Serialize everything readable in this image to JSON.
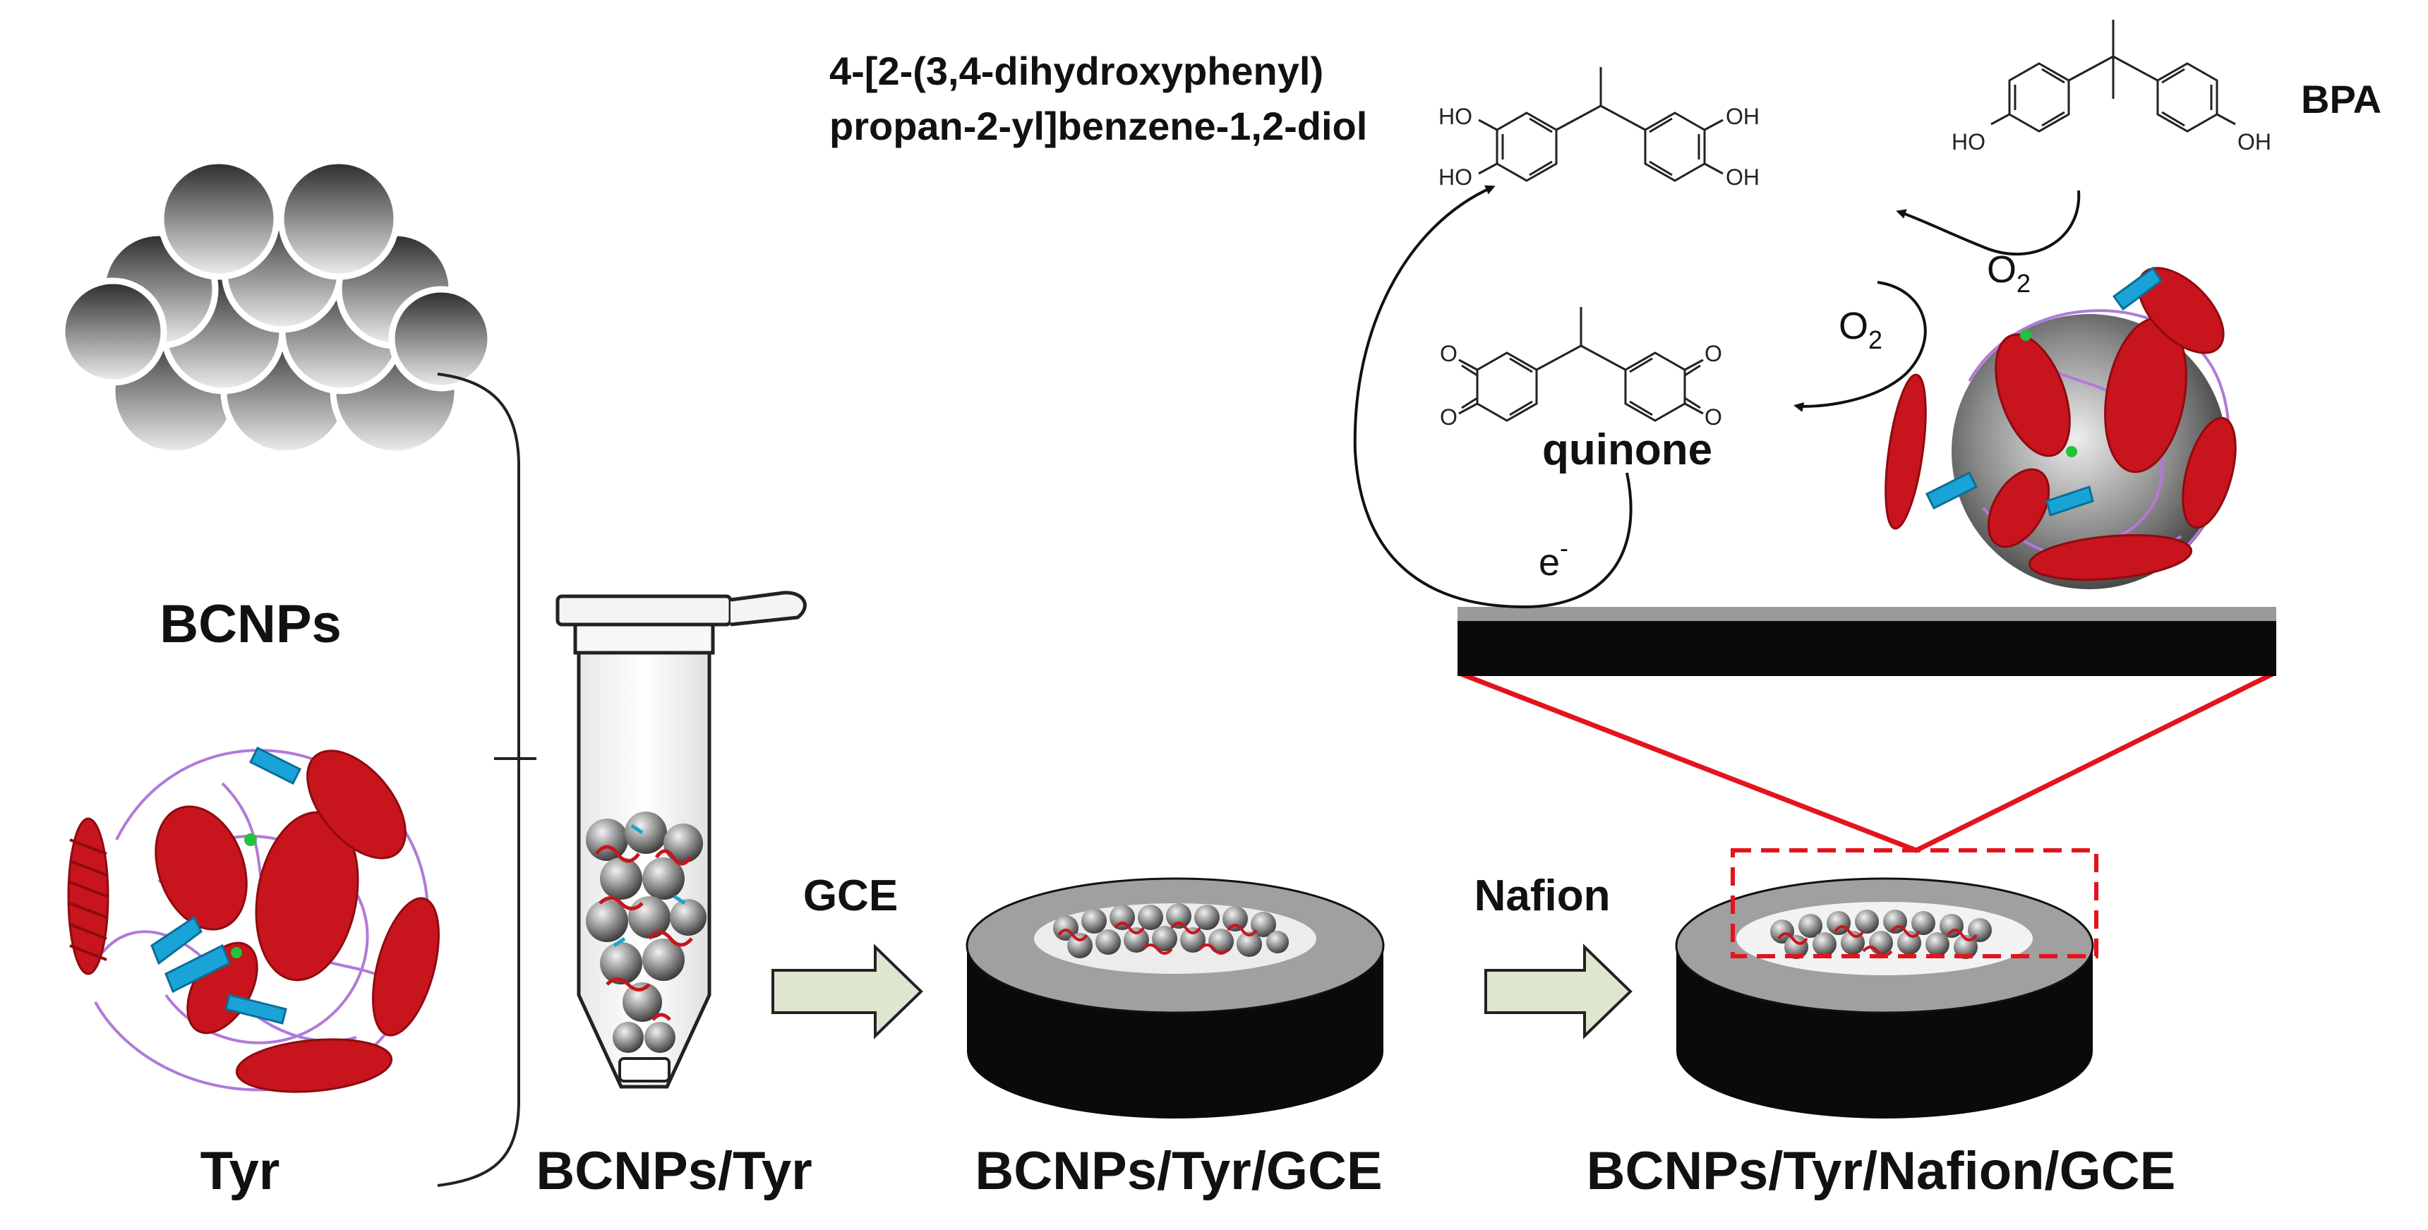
{
  "labels": {
    "bcnps": "BCNPs",
    "tyr": "Tyr",
    "bcnps_tyr": "BCNPs/Tyr",
    "bcnps_tyr_gce": "BCNPs/Tyr/GCE",
    "bcnps_tyr_nafion_gce": "BCNPs/Tyr/Nafion/GCE",
    "gce_step": "GCE",
    "nafion_step": "Nafion",
    "catechol_name_line1": "4-[2-(3,4-dihydroxyphenyl)",
    "catechol_name_line2": "propan-2-yl]benzene-1,2-diol",
    "bpa": "BPA",
    "quinone": "quinone",
    "o2_a": "O",
    "o2_a_sub": "2",
    "o2_b": "O",
    "o2_b_sub": "2",
    "electron": "e",
    "electron_sup": "-"
  },
  "atoms": {
    "ho": "HO",
    "oh": "OH",
    "o": "O"
  },
  "colors": {
    "protein_helix": "#c8141c",
    "protein_sheet": "#1aa3d6",
    "protein_coil": "#b07ad8",
    "electrode_body": "#0a0a0a",
    "electrode_top": "#9a9a9a",
    "zoom_outline": "#e3141c",
    "arrow_fill": "#dfe6cf",
    "particle_dark": "#3a3a3a",
    "particle_light": "#e9e9e9"
  }
}
